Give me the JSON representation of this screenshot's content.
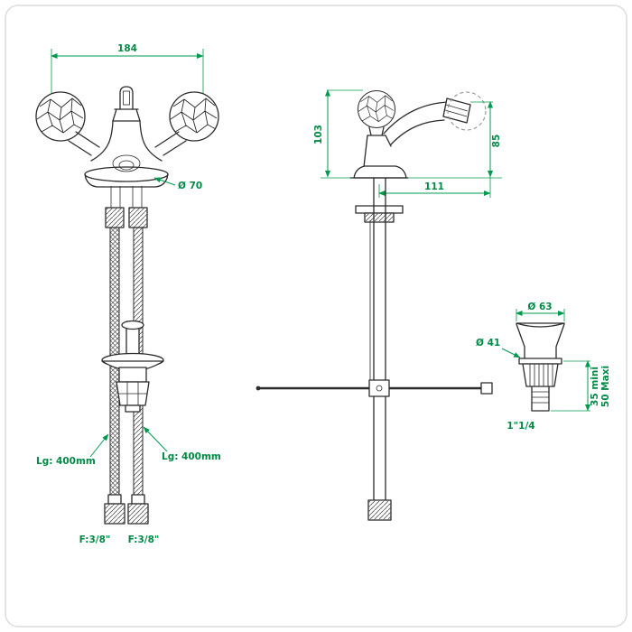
{
  "front": {
    "overall_width": "184",
    "base_diameter": "Ø 70",
    "hose_length_left": "Lg: 400mm",
    "hose_length_right": "Lg: 400mm",
    "hose_fitting_left": "F:3/8\"",
    "hose_fitting_right": "F:3/8\""
  },
  "side": {
    "body_height": "103",
    "spout_height": "85",
    "spout_reach": "111",
    "waste_flange_diameter": "Ø 63",
    "waste_hole_diameter": "Ø 41",
    "waste_range_line1": "35 mini",
    "waste_range_line2": "50 Maxi",
    "waste_thread": "1\"1/4"
  },
  "colors": {
    "dimension_green": "#009a4e",
    "drawing_line": "#2b2b2b",
    "background": "#ffffff"
  }
}
